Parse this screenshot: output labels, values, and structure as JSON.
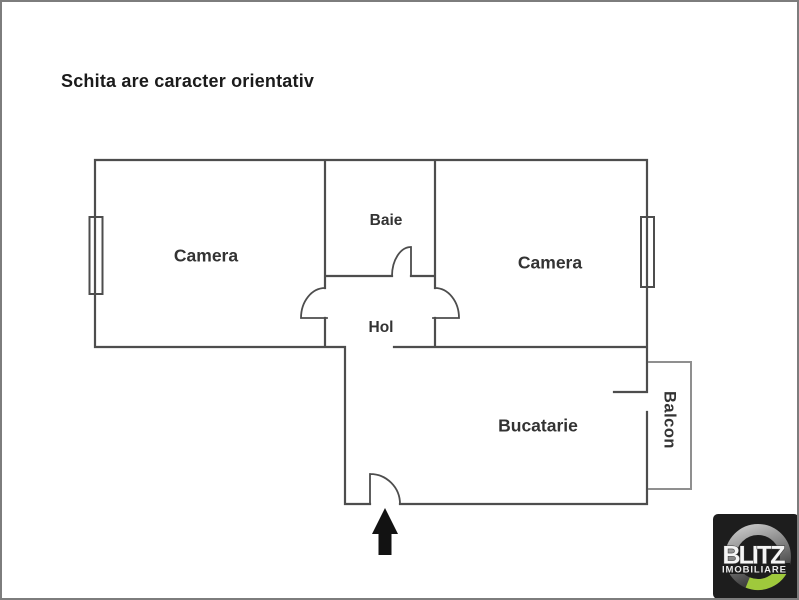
{
  "title": {
    "disclaimer": "Schita are caracter orientativ"
  },
  "floorplan": {
    "rooms": [
      {
        "id": "camera-left",
        "label": "Camera"
      },
      {
        "id": "baie",
        "label": "Baie"
      },
      {
        "id": "camera-right",
        "label": "Camera"
      },
      {
        "id": "hol",
        "label": "Hol"
      },
      {
        "id": "bucatarie",
        "label": "Bucatarie"
      },
      {
        "id": "balcon",
        "label": "Balcon"
      }
    ],
    "colors": {
      "wall": "#4d4d4d",
      "balcony_wall": "#8f8f8f",
      "entrance_arrow": "#121212"
    }
  },
  "logo": {
    "brand": "BLITZ",
    "tagline": "IMOBILIARE",
    "accent": "#9fc93c",
    "background": "#1d1d1d"
  }
}
